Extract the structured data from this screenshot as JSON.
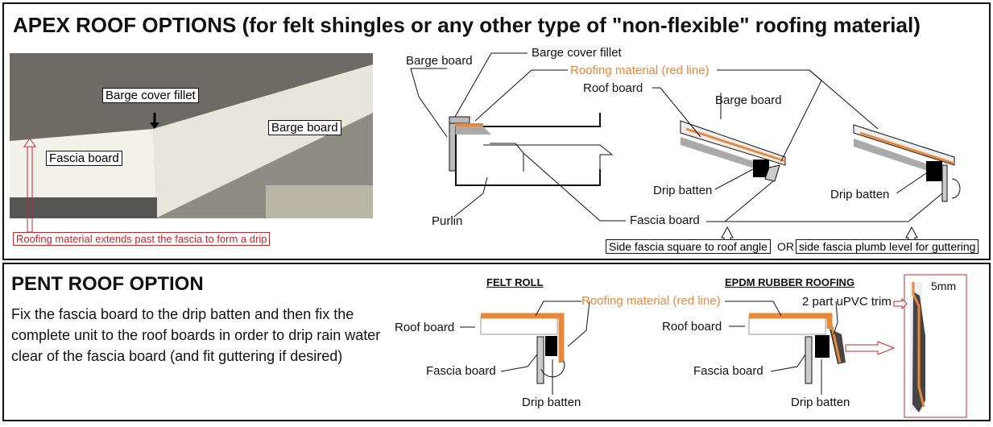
{
  "apex": {
    "title": "APEX ROOF OPTIONS (for felt shingles or any other type of \"non-flexible\" roofing material)",
    "photo": {
      "barge_cover_fillet": "Barge cover fillet",
      "barge_board": "Barge board",
      "fascia_board": "Fascia board",
      "note": "Roofing material extends past the fascia to form a drip"
    },
    "diagram": {
      "barge_board": "Barge board",
      "barge_cover_fillet": "Barge cover fillet",
      "roofing_material": "Roofing material (red line)",
      "roof_board": "Roof board",
      "barge_board_2": "Barge board",
      "drip_batten_1": "Drip batten",
      "drip_batten_2": "Drip batten",
      "purlin": "Purlin",
      "fascia_board": "Fascia board",
      "option_1": "Side fascia square to roof angle",
      "or": "OR",
      "option_2": "side fascia plumb level for guttering"
    }
  },
  "pent": {
    "title": "PENT ROOF OPTION",
    "description": "Fix the fascia board to the drip batten and then fix the complete unit to the roof boards in order to drip rain water clear of the fascia board (and fit  guttering if desired)",
    "felt_roll": {
      "title": "FELT ROLL",
      "roof_board": "Roof board",
      "fascia_board": "Fascia board",
      "drip_batten": "Drip batten"
    },
    "roofing_material": "Roofing material (red line)",
    "epdm": {
      "title": "EPDM RUBBER ROOFING",
      "trim": "2 part uPVC trim",
      "roof_board": "Roof board",
      "fascia_board": "Fascia board",
      "drip_batten": "Drip batten",
      "gap": "5mm"
    }
  },
  "colors": {
    "roofing": "#e8883a",
    "note_red": "#c0282d",
    "border": "#111111"
  }
}
